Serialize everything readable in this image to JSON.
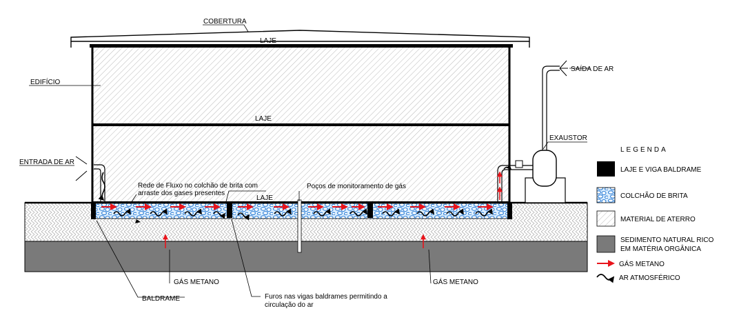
{
  "labels": {
    "cobertura": "COBERTURA",
    "laje_top": "LAJE",
    "laje_mid": "LAJE",
    "laje_bottom": "LAJE",
    "edificio": "EDIFÍCIO",
    "entrada_ar": "ENTRADA DE AR",
    "saida_ar": "SAÍDA DE AR",
    "exaustor": "EXAUSTOR",
    "rede_fluxo_1": "Rede de Fluxo no colchão de brita com",
    "rede_fluxo_2": "arraste dos gases presentes",
    "pocos": "Poços de monitoramento de gás",
    "gas_metano_left": "GÁS METANO",
    "gas_metano_right": "GÁS METANO",
    "baldrame": "BALDRAME",
    "furos_1": "Furos nas vigas baldrames permitindo a",
    "furos_2": "circulação do ar"
  },
  "legend": {
    "title": "LEGENDA",
    "items": [
      {
        "label": "LAJE E VIGA BALDRAME"
      },
      {
        "label": "COLCHÃO DE BRITA"
      },
      {
        "label": "MATERIAL DE ATERRO"
      },
      {
        "label_1": "SEDIMENTO NATURAL RICO",
        "label_2": "EM MATÉRIA ORGÂNICA"
      },
      {
        "label": "GÁS METANO"
      },
      {
        "label": "AR ATMOSFÉRICO"
      }
    ]
  },
  "colors": {
    "slab": "#000000",
    "gravel": "#2f7fd6",
    "gravel_light": "#dbeeff",
    "sediment": "#7a7a7a",
    "gas_arrow": "#e8141b",
    "air_arrow": "#000000"
  }
}
